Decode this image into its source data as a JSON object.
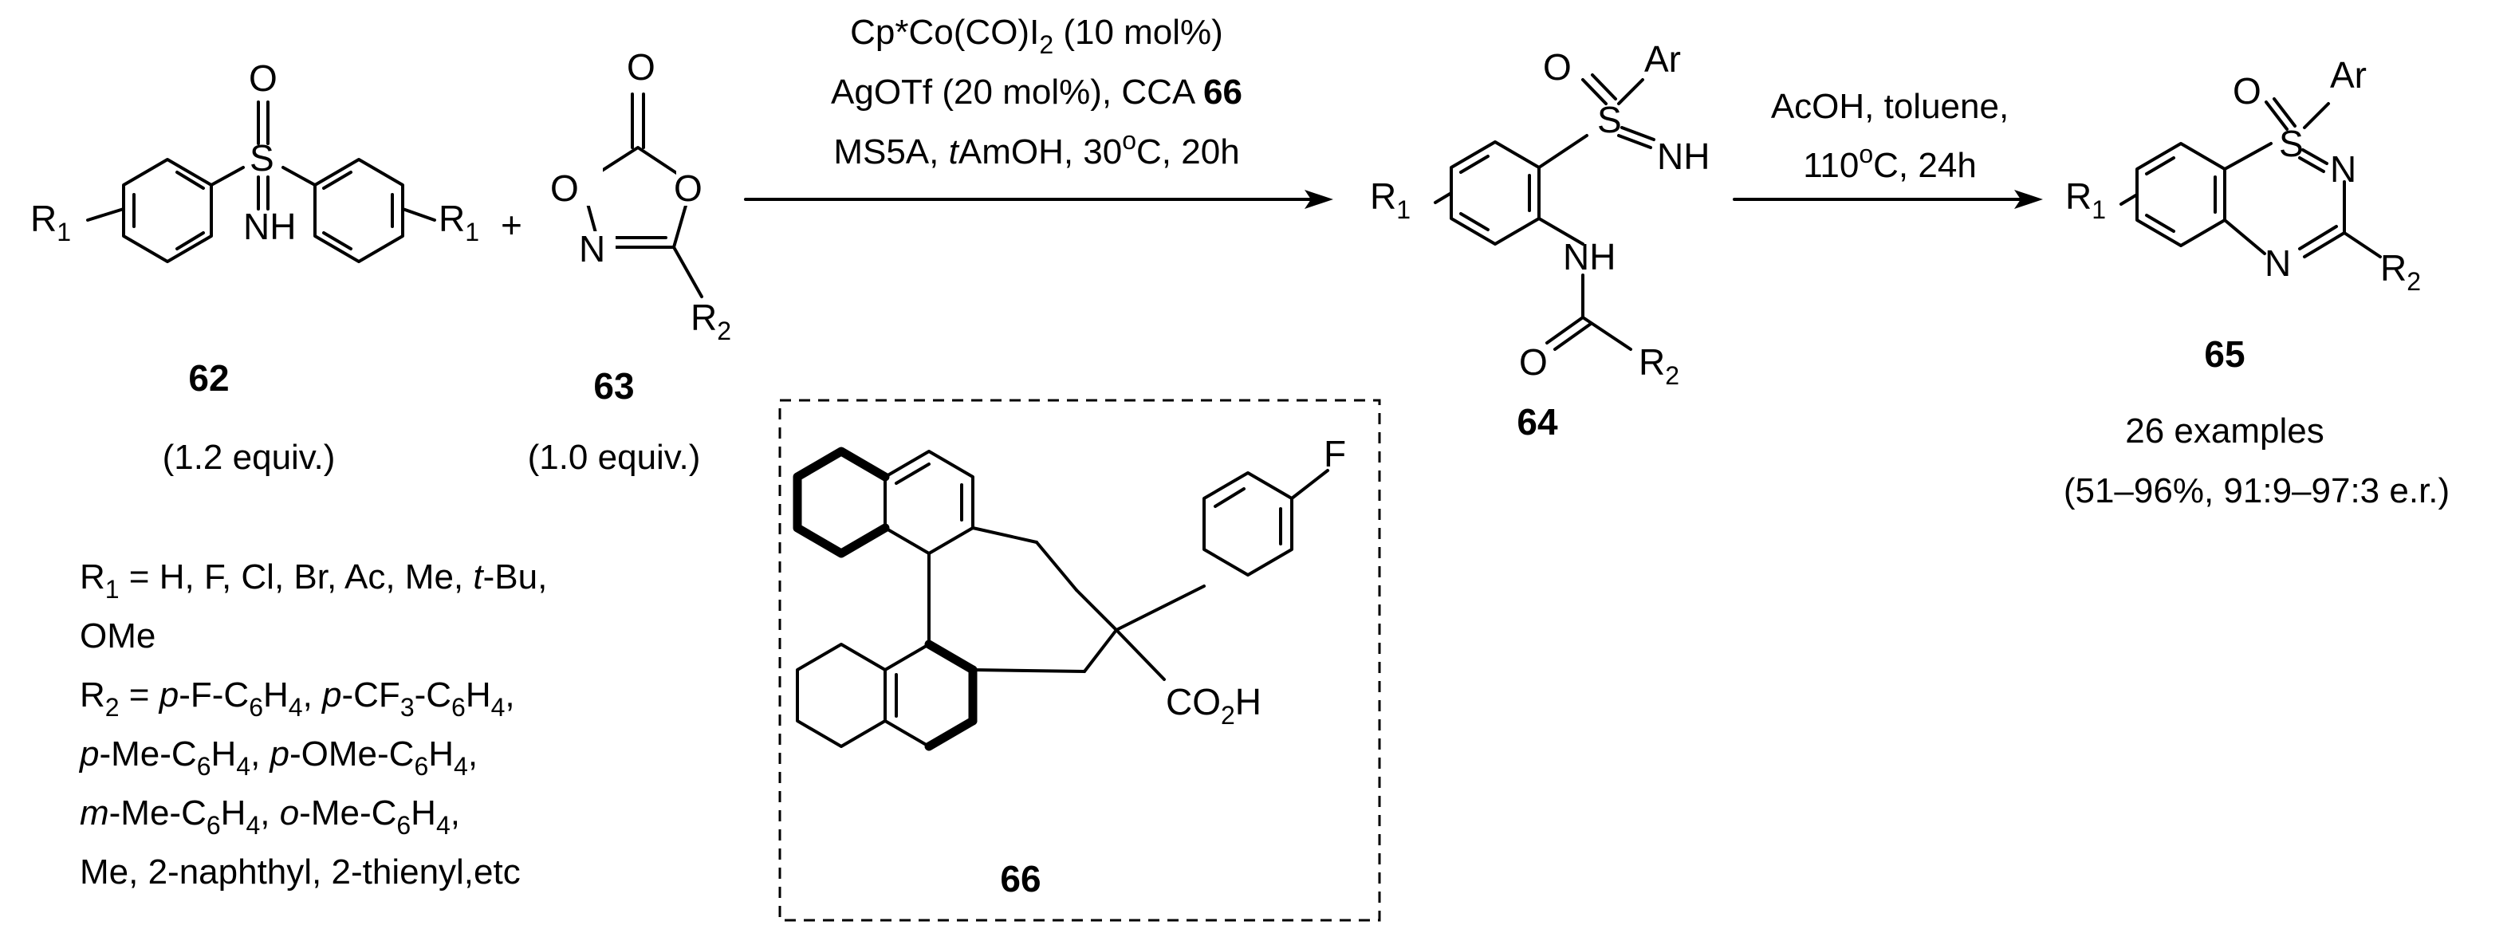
{
  "compounds": {
    "c62": {
      "number": "62",
      "equiv": "(1.2 equiv.)"
    },
    "c63": {
      "number": "63",
      "equiv": "(1.0 equiv.)"
    },
    "c64": {
      "number": "64"
    },
    "c65": {
      "number": "65",
      "examples": "26 examples",
      "yield": "(51–96%, 91:9–97:3 e.r.)"
    },
    "c66": {
      "number": "66"
    }
  },
  "step1": {
    "line1": "Cp*Co(CO)I2 (10 mol%)",
    "line2": "AgOTf (20 mol%), CCA 66",
    "line3": "MS5A, tAmOH, 30°C, 20h"
  },
  "step2": {
    "line1": "AcOH, toluene,",
    "line2": "110°C, 24h"
  },
  "substituents": {
    "r1": "R1 = H, F, Cl, Br, Ac, Me, t-Bu, OMe",
    "r2": "R2 = p-F-C6H4, p-CF3-C6H4, p-Me-C6H4, p-OMe-C6H4, m-Me-C6H4, o-Me-C6H4, Me, 2-naphthyl, 2-thienyl,etc"
  }
}
